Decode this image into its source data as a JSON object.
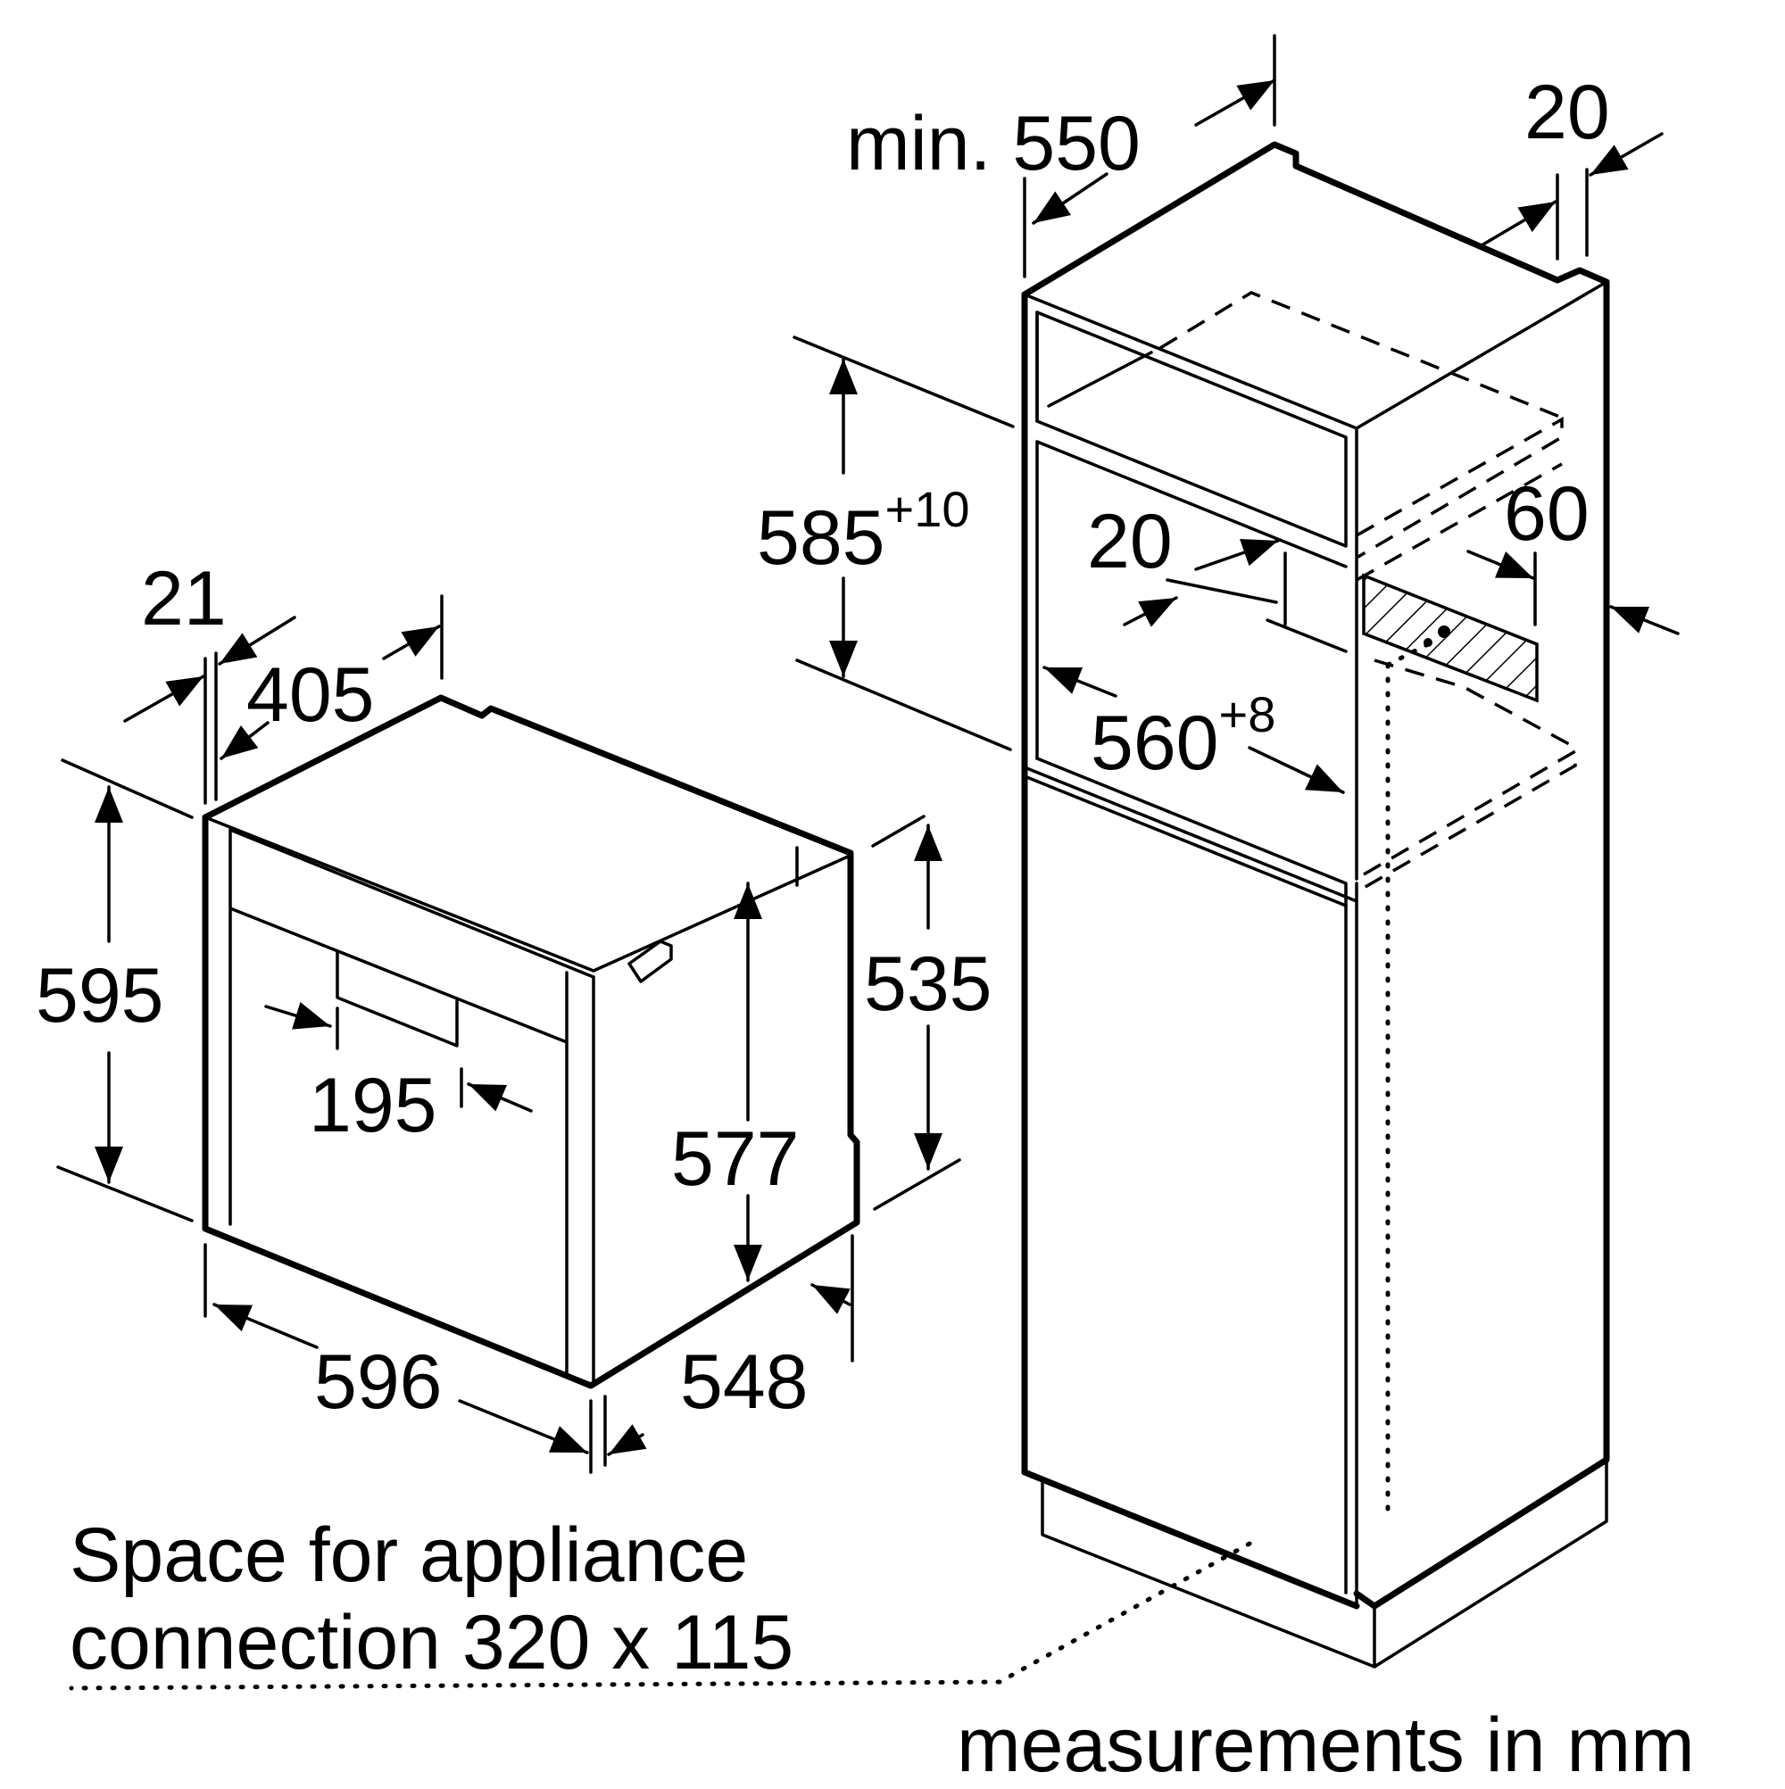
{
  "dimensions": {
    "top_clearance_depth": "min. 550",
    "rear_gap_top": "20",
    "niche_height": "585",
    "niche_height_tol": "+10",
    "vent_gap": "20",
    "rear_vent_depth": "60",
    "niche_width": "560",
    "niche_width_tol": "+8",
    "panel_thickness": "21",
    "control_depth": "405",
    "appliance_height": "595",
    "handle_offset": "195",
    "body_height": "577",
    "side_height": "535",
    "appliance_width": "596",
    "appliance_depth": "548"
  },
  "notes": {
    "connection_line1": "Space for appliance",
    "connection_line2": "connection 320 x 115",
    "units": "measurements in mm"
  }
}
